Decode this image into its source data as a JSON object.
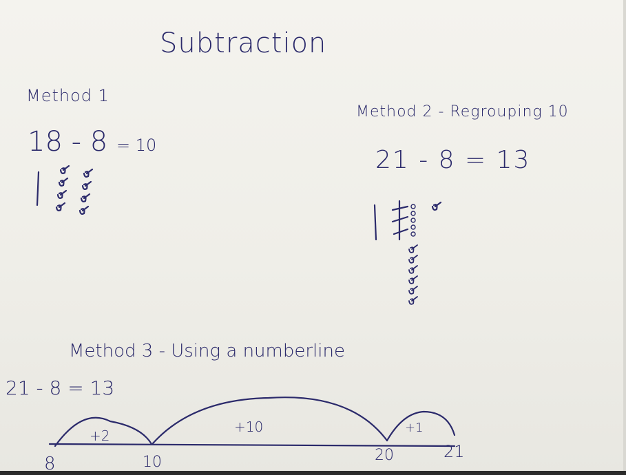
{
  "title": "Subtraction",
  "method1": {
    "heading": "Method 1",
    "equation": "18 - 8",
    "answer": "= 10"
  },
  "method2": {
    "heading": "Method 2 - Regrouping 10",
    "equation": "21 - 8 = 13"
  },
  "method3": {
    "heading": "Method 3 - Using a numberline",
    "equation": "21 - 8 = 13",
    "jumps": [
      "+2",
      "+10",
      "+1"
    ],
    "points": [
      "8",
      "10",
      "20",
      "21"
    ]
  },
  "colors": {
    "ink": "#2b2a6b",
    "paper": "#f1f0ea"
  }
}
